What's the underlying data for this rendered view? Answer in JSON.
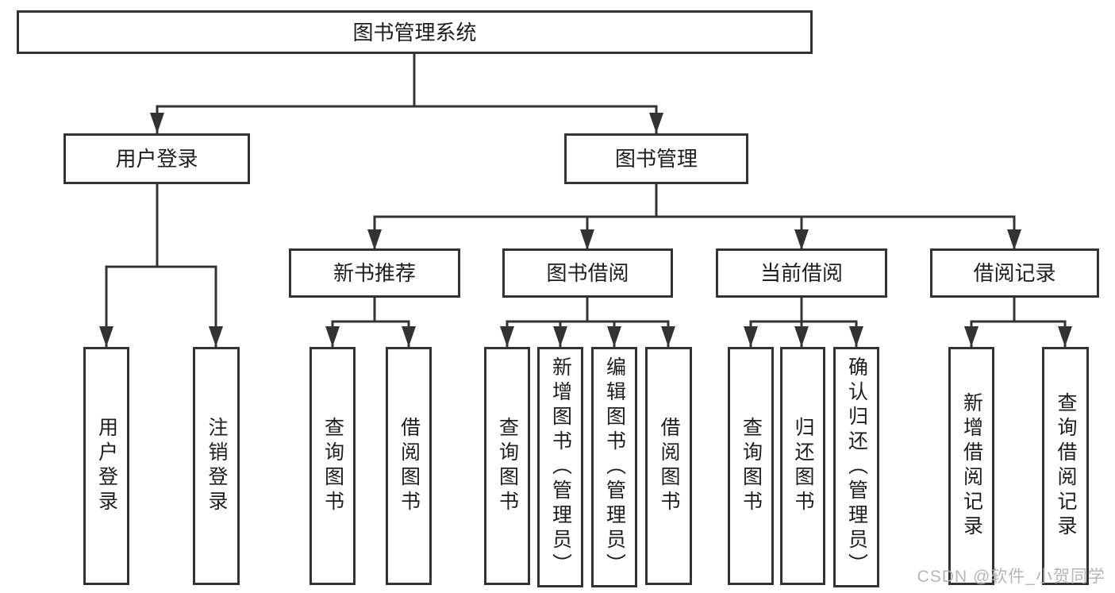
{
  "colors": {
    "line": "#333333",
    "box_border": "#333333",
    "box_background": "#ffffff",
    "text": "#1d1d1d",
    "watermark": "#b2b2b2"
  },
  "diagram": {
    "root": "图书管理系统",
    "level2": [
      {
        "label": "用户登录",
        "children": [
          {
            "label": "用户登录"
          },
          {
            "label": "注销登录"
          }
        ]
      },
      {
        "label": "图书管理",
        "children": [
          {
            "label": "新书推荐",
            "children": [
              {
                "label": "查询图书"
              },
              {
                "label": "借阅图书"
              }
            ]
          },
          {
            "label": "图书借阅",
            "children": [
              {
                "label": "查询图书"
              },
              {
                "label": "新增图书（管理员）"
              },
              {
                "label": "编辑图书（管理员）"
              },
              {
                "label": "借阅图书"
              }
            ]
          },
          {
            "label": "当前借阅",
            "children": [
              {
                "label": "查询图书"
              },
              {
                "label": "归还图书"
              },
              {
                "label": "确认归还（管理员）"
              }
            ]
          },
          {
            "label": "借阅记录",
            "children": [
              {
                "label": "新增借阅记录"
              },
              {
                "label": "查询借阅记录"
              }
            ]
          }
        ]
      }
    ]
  },
  "watermark": {
    "text": "CSDN @软件_小贺同学"
  }
}
